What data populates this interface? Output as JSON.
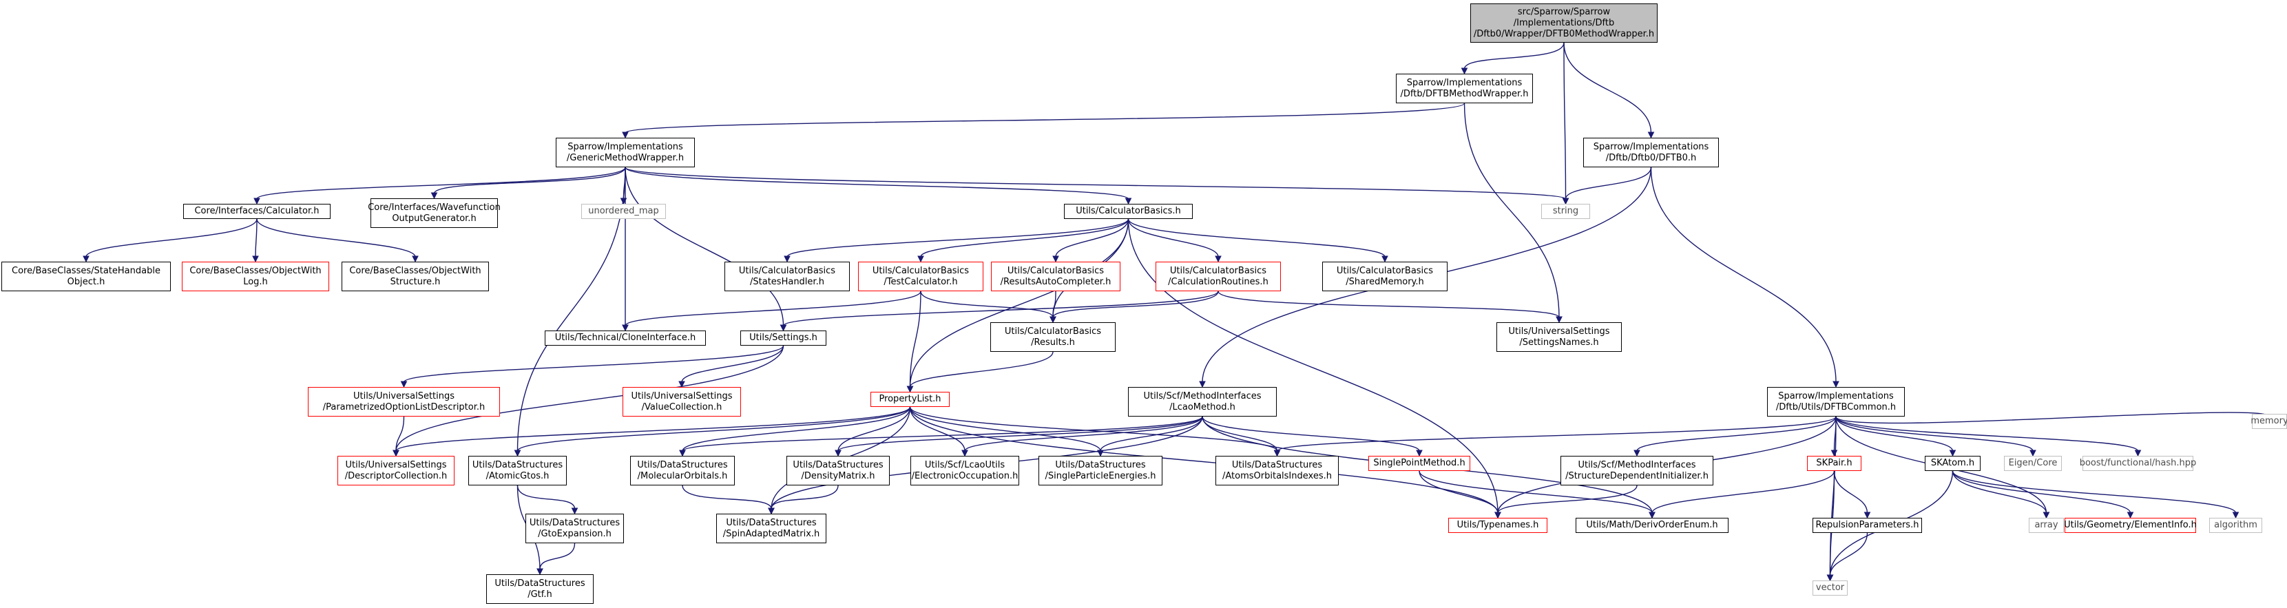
{
  "colors": {
    "edge": "#191970",
    "root_fill": "#bfbfbf",
    "red_border": "#ff0000",
    "gray_border": "#bfbfbf"
  },
  "nodes": {
    "root": "src/Sparrow/Sparrow\n/Implementations/Dftb\n/Dftb0/Wrapper/DFTB0MethodWrapper.h",
    "dftb_method_wrapper": "Sparrow/Implementations\n/Dftb/DFTBMethodWrapper.h",
    "dftb0_h": "Sparrow/Implementations\n/Dftb/Dftb0/DFTB0.h",
    "generic_method_wrapper": "Sparrow/Implementations\n/GenericMethodWrapper.h",
    "string": "string",
    "calculator": "Core/Interfaces/Calculator.h",
    "wavefunction": "Core/Interfaces/Wavefunction\nOutputGenerator.h",
    "unordered_map": "unordered_map",
    "calculator_basics": "Utils/CalculatorBasics.h",
    "state_handable": "Core/BaseClasses/StateHandable\nObject.h",
    "object_with_log": "Core/BaseClasses/ObjectWith\nLog.h",
    "object_with_structure": "Core/BaseClasses/ObjectWith\nStructure.h",
    "states_handler": "Utils/CalculatorBasics\n/StatesHandler.h",
    "test_calculator": "Utils/CalculatorBasics\n/TestCalculator.h",
    "results_auto": "Utils/CalculatorBasics\n/ResultsAutoCompleter.h",
    "calc_routines": "Utils/CalculatorBasics\n/CalculationRoutines.h",
    "shared_memory": "Utils/CalculatorBasics\n/SharedMemory.h",
    "clone_interface": "Utils/Technical/CloneInterface.h",
    "settings": "Utils/Settings.h",
    "results": "Utils/CalculatorBasics\n/Results.h",
    "settings_names": "Utils/UniversalSettings\n/SettingsNames.h",
    "param_option": "Utils/UniversalSettings\n/ParametrizedOptionListDescriptor.h",
    "value_collection": "Utils/UniversalSettings\n/ValueCollection.h",
    "property_list": "PropertyList.h",
    "lcao_method": "Utils/Scf/MethodInterfaces\n/LcaoMethod.h",
    "dftb_common": "Sparrow/Implementations\n/Dftb/Utils/DFTBCommon.h",
    "memory": "memory",
    "descriptor_collection": "Utils/UniversalSettings\n/DescriptorCollection.h",
    "atomic_gtos": "Utils/DataStructures\n/AtomicGtos.h",
    "molecular_orbitals": "Utils/DataStructures\n/MolecularOrbitals.h",
    "density_matrix": "Utils/DataStructures\n/DensityMatrix.h",
    "electronic_occupation": "Utils/Scf/LcaoUtils\n/ElectronicOccupation.h",
    "single_particle_energies": "Utils/DataStructures\n/SingleParticleEnergies.h",
    "atoms_orbitals_indexes": "Utils/DataStructures\n/AtomsOrbitalsIndexes.h",
    "single_point_method": "SinglePointMethod.h",
    "structure_dep_init": "Utils/Scf/MethodInterfaces\n/StructureDependentInitializer.h",
    "skpair": "SKPair.h",
    "skatom": "SKAtom.h",
    "eigen_core": "Eigen/Core",
    "boost_hash": "boost/functional/hash.hpp",
    "gto_expansion": "Utils/DataStructures\n/GtoExpansion.h",
    "spin_adapted": "Utils/DataStructures\n/SpinAdaptedMatrix.h",
    "typenames": "Utils/Typenames.h",
    "deriv_order": "Utils/Math/DerivOrderEnum.h",
    "repulsion_params": "RepulsionParameters.h",
    "array": "array",
    "element_info": "Utils/Geometry/ElementInfo.h",
    "algorithm": "algorithm",
    "gtf": "Utils/DataStructures\n/Gtf.h",
    "vector": "vector"
  }
}
